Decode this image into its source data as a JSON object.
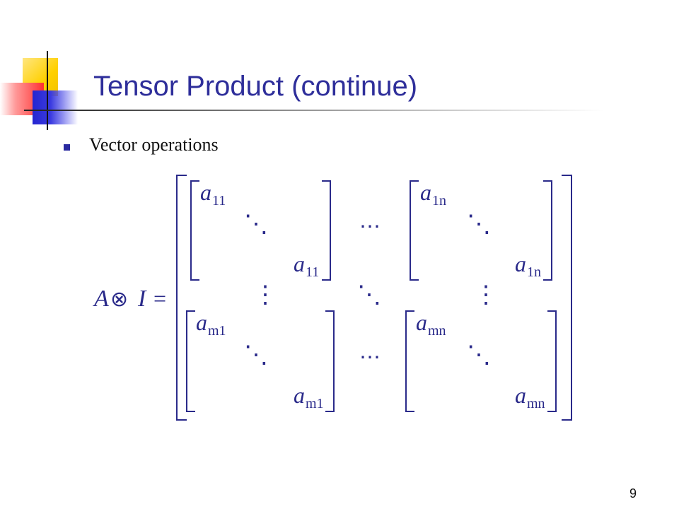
{
  "slide": {
    "title": "Tensor Product (continue)",
    "bullet": "Vector operations",
    "page_number": "9"
  },
  "equation": {
    "lhs_A": "A",
    "lhs_op": "⊗",
    "lhs_I": "I",
    "equals": "=",
    "base": "a",
    "blocks": {
      "top_left": "11",
      "top_right": "1n",
      "bottom_left": "m1",
      "bottom_right": "mn"
    },
    "ddots": "⋱",
    "hdots": "⋯",
    "vdots": "⋮"
  },
  "colors": {
    "title": "#2e2e9a",
    "math": "#2a2a8a",
    "bullet": "#2a2aa0",
    "accent_yellow": "#ffd000",
    "accent_red": "#ff3030",
    "accent_blue": "#2525d0"
  }
}
